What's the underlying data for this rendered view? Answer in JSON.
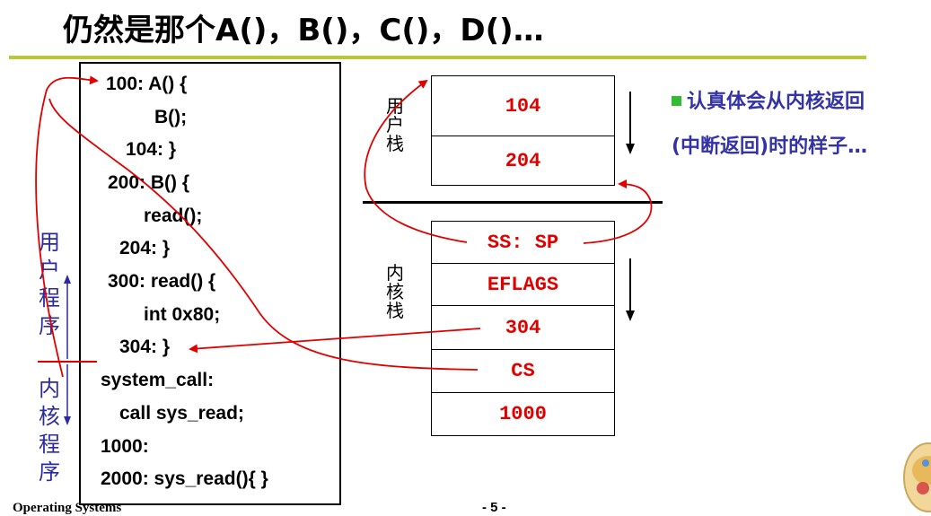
{
  "title": "仍然是那个A()，B()，C()，D()…",
  "code": {
    "lines": [
      "100: A() {",
      "B();",
      "104: }",
      "200: B() {",
      "read();",
      "204: }",
      "300: read() {",
      "int 0x80;",
      "304: }",
      "system_call:",
      "call sys_read;",
      "1000:",
      "2000: sys_read(){    }"
    ]
  },
  "side_labels": {
    "user_program": [
      "用",
      "户",
      "程",
      "序"
    ],
    "kernel_program": [
      "内",
      "核",
      "程",
      "序"
    ]
  },
  "user_stack": {
    "label": [
      "用",
      "户",
      "栈"
    ],
    "cells": [
      "104",
      "204"
    ]
  },
  "kernel_stack": {
    "label": [
      "内",
      "核",
      "栈"
    ],
    "cells": [
      "SS: SP",
      "EFLAGS",
      "304",
      "CS",
      "1000"
    ]
  },
  "note": {
    "line1": "认真体会从内核返回",
    "line2": "(中断返回)时的样子…"
  },
  "footer": {
    "course": "Operating Systems",
    "page": "- 5 -"
  },
  "colors": {
    "accent_red": "#e00000",
    "note_blue": "#3333a6",
    "label_blue": "#2b2ba0",
    "title_rule": "#b7c93a",
    "bullet_green": "#33bb33"
  }
}
